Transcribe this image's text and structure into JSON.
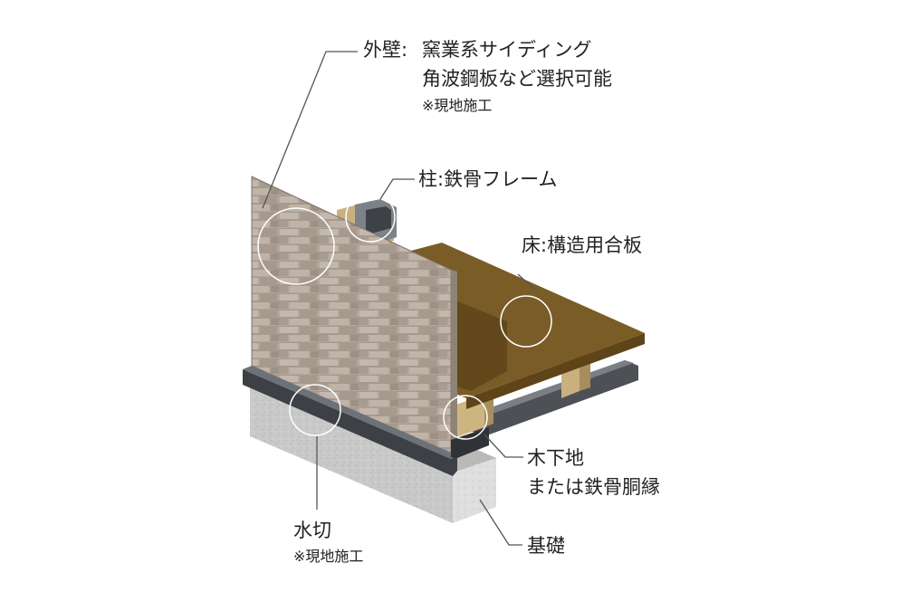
{
  "labels": {
    "wall_title": "外壁:",
    "wall_line1": "窯業系サイディング",
    "wall_line2": "角波鋼板など選択可能",
    "wall_note": "※現地施工",
    "column": "柱:鉄骨フレーム",
    "floor": "床:構造用合板",
    "base_line1": "木下地",
    "base_line2": "または鉄骨胴縁",
    "water_cut": "水切",
    "water_cut_note": "※現地施工",
    "foundation": "基礎"
  },
  "colors": {
    "siding": "#b3a69a",
    "plywood": "#7a5c27",
    "wood_frame": "#c9b07e",
    "steel": "#4a4e52",
    "concrete": "#c8c8c8",
    "leader": "#555555"
  }
}
